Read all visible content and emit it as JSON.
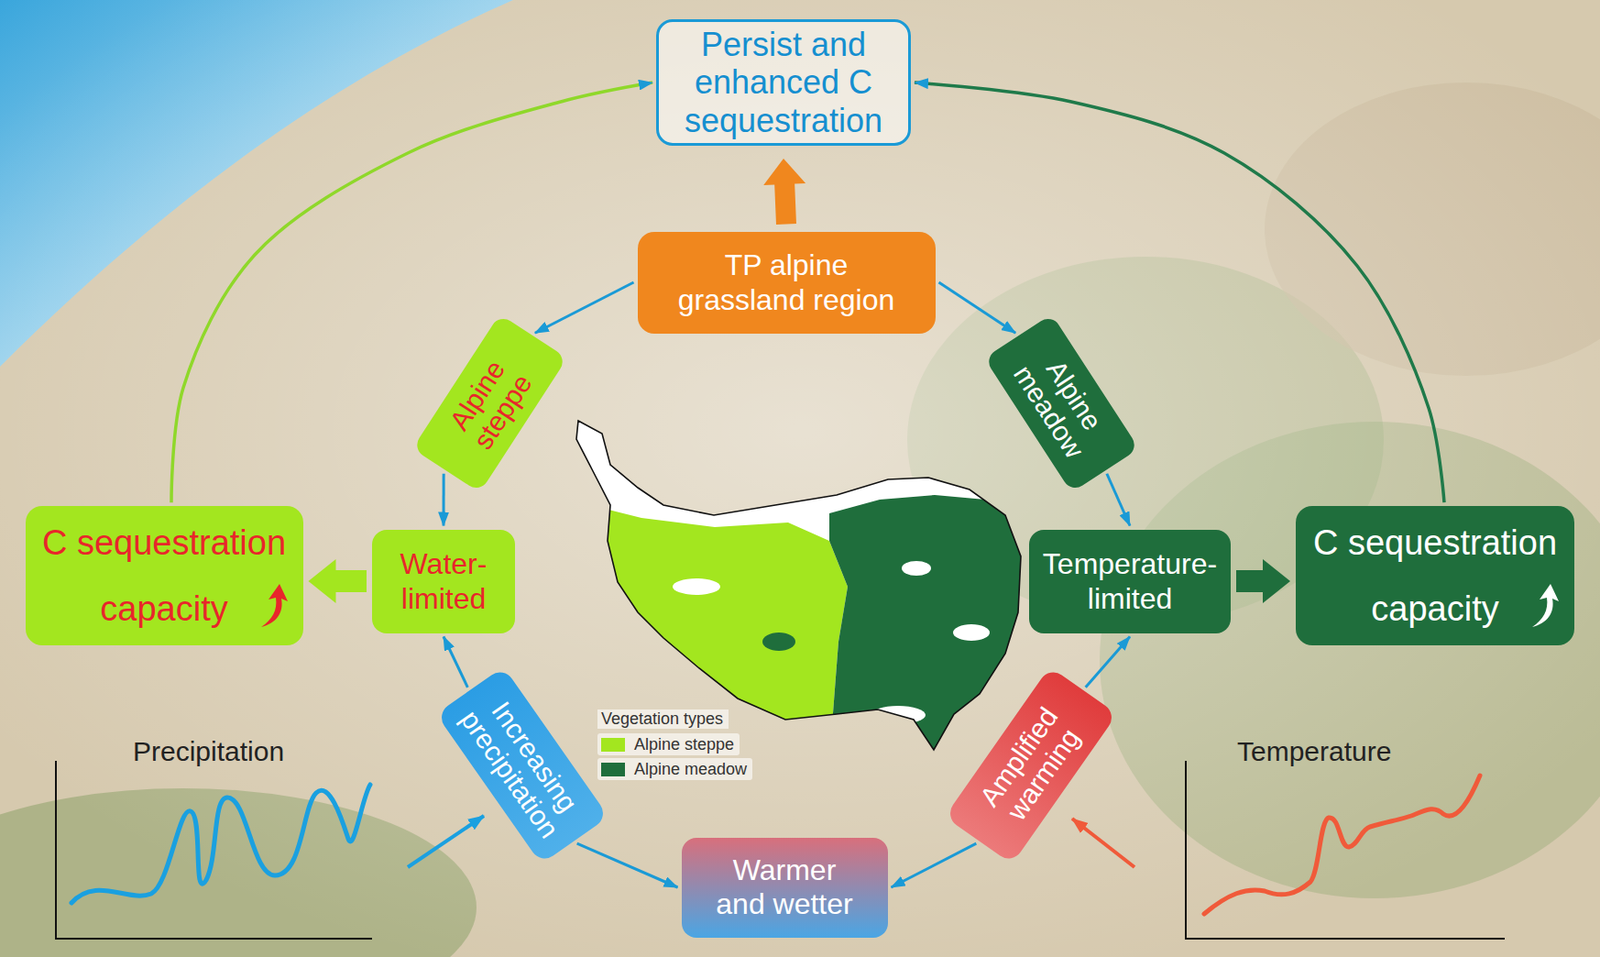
{
  "diagram": {
    "nodes": [
      {
        "text": [
          "Persist and enhanced C sequestration"
        ]
      },
      {
        "text": [
          "TP alpine grassland region"
        ]
      },
      {
        "text": [
          "Alpine steppe"
        ]
      },
      {
        "text": [
          "Alpine meadow"
        ]
      },
      {
        "text": [
          "C sequestration capacity"
        ]
      },
      {
        "text": [
          "Water-limited"
        ]
      },
      {
        "text": [
          "Temperature-limited"
        ]
      },
      {
        "text": [
          "C sequestration capacity"
        ]
      },
      {
        "text": [
          "Increasing precipitation"
        ]
      },
      {
        "text": [
          "Warmer and wetter"
        ]
      },
      {
        "text": [
          "Amplified warming"
        ]
      }
    ],
    "edges": [
      {
        "from": 1,
        "to": 0,
        "arrow": "to"
      },
      {
        "from": 1,
        "to": 2,
        "arrow": "to"
      },
      {
        "from": 1,
        "to": 3,
        "arrow": "to"
      },
      {
        "from": 2,
        "to": 5,
        "arrow": "to"
      },
      {
        "from": 3,
        "to": 6,
        "arrow": "to"
      },
      {
        "from": 5,
        "to": 4,
        "arrow": "to"
      },
      {
        "from": 6,
        "to": 7,
        "arrow": "to"
      },
      {
        "from": 4,
        "to": 0,
        "arrow": "to"
      },
      {
        "from": 7,
        "to": 0,
        "arrow": "to"
      },
      {
        "from": 8,
        "to": 5,
        "arrow": "to"
      },
      {
        "from": 10,
        "to": 6,
        "arrow": "to"
      },
      {
        "from": 8,
        "to": 9,
        "arrow": "to"
      },
      {
        "from": 10,
        "to": 9,
        "arrow": "to"
      }
    ],
    "labels": [
      "Vegetation types",
      "Precipitation",
      "Temperature"
    ],
    "legend": [
      {
        "text": "Alpine steppe",
        "color": "#a3e61f"
      },
      {
        "text": "Alpine meadow",
        "color": "#1f6e3c"
      }
    ]
  }
}
